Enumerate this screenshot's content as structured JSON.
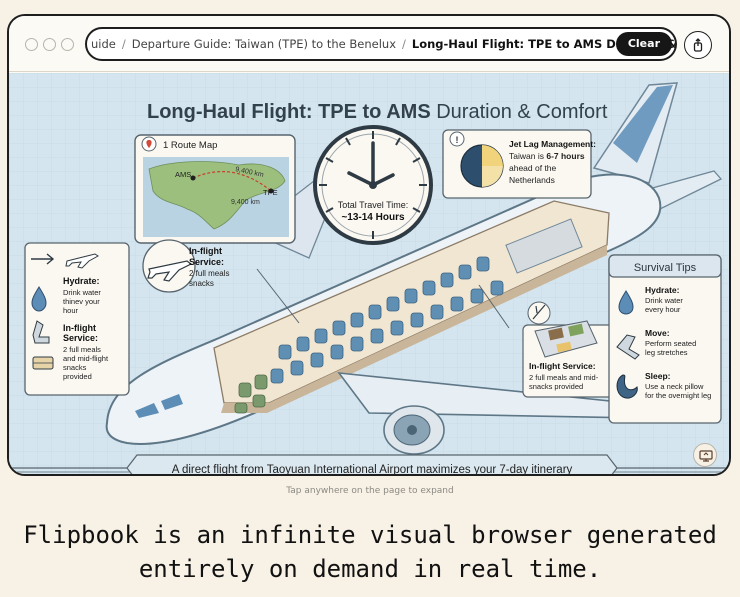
{
  "browser": {
    "breadcrumb_prev": "uide",
    "breadcrumb_sep": "/",
    "breadcrumb_middle": "Departure Guide: Taiwan (TPE) to the Benelux",
    "breadcrumb_current": "Long-Haul Flight: TPE to AMS Duration & Comfort",
    "clear_label": "Clear"
  },
  "infographic": {
    "title_bold": "Long-Haul Flight: TPE to AMS",
    "title_light": "Duration & Comfort",
    "route_map": {
      "heading": "1 Route Map",
      "ams": "AMS",
      "tpe": "TPE",
      "dist_1": "9,400 km",
      "dist_2": "9,400 km"
    },
    "clock": {
      "line1": "Total Travel Time:",
      "line2": "~13-14 Hours"
    },
    "jet_lag": {
      "heading": "Jet Lag Management:",
      "line1": "Taiwan is",
      "hours": "6-7 hours",
      "line2": "ahead of the",
      "line3": "Netherlands"
    },
    "service_callout": {
      "heading1": "In-flight",
      "heading2": "Service:",
      "line1": "2 full meals",
      "line2": "snacks"
    },
    "left_panel": {
      "hydrate_heading": "Hydrate:",
      "hydrate_1": "Drink water",
      "hydrate_2": "thinev your",
      "hydrate_3": "hour",
      "service_heading1": "In-flight",
      "service_heading2": "Service:",
      "service_1": "2 full meals",
      "service_2": "and mid-flight",
      "service_3": "snacks",
      "service_4": "provided"
    },
    "meal_callout": {
      "heading": "In-flight Service:",
      "line1": "2 full meals and mid-",
      "line2": "snacks provided"
    },
    "survival": {
      "heading": "Survival Tips",
      "hydrate_heading": "Hydrate:",
      "hydrate_1": "Drink water",
      "hydrate_2": "every hour",
      "move_heading": "Move:",
      "move_1": "Perform seated",
      "move_2": "leg stretches",
      "sleep_heading": "Sleep:",
      "sleep_1": "Use a neck pillow",
      "sleep_2": "for the overnight leg"
    },
    "banner": "A direct flight from Taoyuan International Airport maximizes your 7-day itinerary"
  },
  "footer": {
    "hint": "Tap anywhere on the page to expand",
    "tagline_1": "Flipbook is an infinite visual browser generated",
    "tagline_2": "entirely on demand in real time."
  },
  "icons": {
    "share": "share-icon",
    "expand": "expand-icon"
  }
}
